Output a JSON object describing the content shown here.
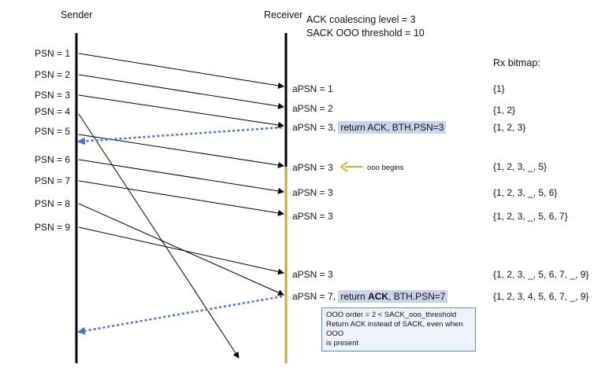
{
  "headers": {
    "sender": "Sender",
    "receiver": "Receiver",
    "ack_coalescing": "ACK coalescing level = 3",
    "sack_threshold": "SACK OOO threshold = 10",
    "rx_bitmap": "Rx bitmap:"
  },
  "psn_labels": [
    "PSN = 1",
    "PSN = 2",
    "PSN = 3",
    "PSN = 4",
    "PSN = 5",
    "PSN = 6",
    "PSN = 7",
    "PSN = 8",
    "PSN = 9"
  ],
  "apsn_rows": [
    {
      "text": "aPSN = 1",
      "bitmap": "{1}"
    },
    {
      "text": "aPSN = 2",
      "bitmap": "{1, 2}"
    },
    {
      "text": "aPSN = 3,",
      "ack": "return ACK, BTH.PSN=3",
      "bitmap": "{1, 2, 3}"
    },
    {
      "text": "aPSN = 3",
      "bitmap": "{1, 2, 3, _, 5}"
    },
    {
      "text": "aPSN = 3",
      "bitmap": "{1, 2, 3, _, 5, 6}"
    },
    {
      "text": "aPSN = 3",
      "bitmap": "{1, 2, 3, _, 5, 6, 7}"
    },
    {
      "text": "aPSN = 3",
      "bitmap": "{1, 2, 3, _, 5, 6, 7, _, 9}"
    },
    {
      "text": "aPSN = 7,",
      "ack_pre": "return ",
      "ack_bold": "ACK",
      "ack_post": ", BTH.PSN=7",
      "bitmap": "{1, 2, 3, 4, 5, 6, 7, _, 9}"
    }
  ],
  "ooo_begins": "ooo begins",
  "note": {
    "line1": "OOO order = 2 < SACK_ooo_threshold",
    "line2": "Return ACK instead of SACK, even when OOO",
    "line3": "is present"
  },
  "colors": {
    "arrow": "#000000",
    "ack_arrow": "#4a6fd0",
    "ooo_segment": "#c9a640",
    "ooo_arrow": "#d4af37",
    "highlight": "#c9d5ec"
  }
}
